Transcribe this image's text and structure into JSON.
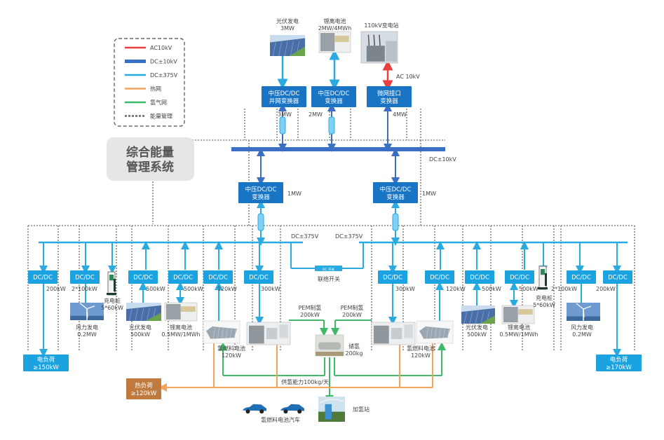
{
  "colors": {
    "ac10kv": "#e84040",
    "dc10kv": "#3a6fc4",
    "dc375v": "#29aae1",
    "heat": "#f5a35a",
    "hydrogen": "#3fb86a",
    "ems": "#666666",
    "box_dark": "#1a74c4",
    "box_light": "#1aa3e0",
    "box_heat": "#c07a3e",
    "ems_bg": "#e6e6e6"
  },
  "legend": {
    "items": [
      {
        "key": "ac10kv",
        "label": "AC10kV",
        "style": "solid"
      },
      {
        "key": "dc10kv",
        "label": "DC±10kV",
        "style": "thick"
      },
      {
        "key": "dc375v",
        "label": "DC±375V",
        "style": "solid"
      },
      {
        "key": "heat",
        "label": "热网",
        "style": "solid"
      },
      {
        "key": "hydrogen",
        "label": "氢气网",
        "style": "solid"
      },
      {
        "key": "ems",
        "label": "能量管理",
        "style": "dashed"
      }
    ]
  },
  "ems": {
    "line1": "综合能量",
    "line2": "管理系统"
  },
  "top_sources": [
    {
      "name": "pv-top",
      "line1": "光伏发电",
      "line2": "3MW",
      "icon": "solar-panel-icon"
    },
    {
      "name": "battery-top",
      "line1": "锂离电池",
      "line2": "2MW/4MWh",
      "icon": "battery-container-icon"
    },
    {
      "name": "substation",
      "line1": "110kV变电站",
      "line2": "",
      "icon": "substation-icon"
    }
  ],
  "top_converters": [
    {
      "name": "mv-dcdc-grid",
      "line1": "中压DC/DC",
      "line2": "并网变换器",
      "rating": "3MW"
    },
    {
      "name": "mv-dcdc",
      "line1": "中压DC/DC",
      "line2": "变换器",
      "rating": "2MW"
    },
    {
      "name": "grid-interface",
      "line1": "微网接口",
      "line2": "变换器",
      "rating": "4MW"
    }
  ],
  "ac_label": "AC 10kV",
  "dc10_label": "DC±10kV",
  "mid_converters": [
    {
      "name": "mv-dcdc-left",
      "line1": "中压DC/DC",
      "line2": "变换器",
      "rating": "1MW"
    },
    {
      "name": "mv-dcdc-right",
      "line1": "中压DC/DC",
      "line2": "变换器",
      "rating": "1MW"
    }
  ],
  "dc375_labels": [
    "DC±375V",
    "DC±375V"
  ],
  "tie_switch": {
    "label": "联络开关",
    "inner": "DC 开关"
  },
  "left_dcdc": [
    {
      "label": "DC/DC",
      "rating": "200kW"
    },
    {
      "label": "DC/DC",
      "rating": "2*100kW"
    },
    {
      "label": "DC/DC",
      "rating": "500kW"
    },
    {
      "label": "DC/DC",
      "rating": "500kW"
    },
    {
      "label": "DC/DC",
      "rating": "120kW"
    },
    {
      "label": "DC/DC",
      "rating": "300kW"
    }
  ],
  "right_dcdc": [
    {
      "label": "DC/DC",
      "rating": "300kW"
    },
    {
      "label": "DC/DC",
      "rating": "120kW"
    },
    {
      "label": "DC/DC",
      "rating": "500kW"
    },
    {
      "label": "DC/DC",
      "rating": "500kW"
    },
    {
      "label": "DC/DC",
      "rating": "2*100kW"
    },
    {
      "label": "DC/DC",
      "rating": "200kW"
    }
  ],
  "left_devices": [
    {
      "name": "wind-left",
      "line1": "风力发电",
      "line2": "0.2MW",
      "icon": "wind-turbine-icon"
    },
    {
      "name": "charger-left",
      "line1": "充电桩",
      "line2": "5*60kW",
      "icon": "charging-pile-icon"
    },
    {
      "name": "pv-left",
      "line1": "光伏发电",
      "line2": "500kW",
      "icon": "solar-panel-icon"
    },
    {
      "name": "battery-left",
      "line1": "锂离电池",
      "line2": "0.5MW/1MWh",
      "icon": "battery-container-icon"
    },
    {
      "name": "fuelcell-left",
      "line1": "氢燃料电池",
      "line2": "120kW",
      "icon": "fuel-cell-icon"
    },
    {
      "name": "electrolyzer-left",
      "line1": "PEM制氢",
      "line2": "200kW",
      "icon": "electrolyzer-icon"
    }
  ],
  "right_devices": [
    {
      "name": "electrolyzer-right",
      "line1": "PEM制氢",
      "line2": "200kW",
      "icon": "electrolyzer-icon"
    },
    {
      "name": "fuelcell-right",
      "line1": "氢燃料电池",
      "line2": "120kW",
      "icon": "fuel-cell-icon"
    },
    {
      "name": "pv-right",
      "line1": "光伏发电",
      "line2": "500kW",
      "icon": "solar-panel-icon"
    },
    {
      "name": "battery-right",
      "line1": "锂离电池",
      "line2": "0.5MW/1MWh",
      "icon": "battery-container-icon"
    },
    {
      "name": "charger-right",
      "line1": "充电桩",
      "line2": "5*60kW",
      "icon": "charging-pile-icon"
    },
    {
      "name": "wind-right",
      "line1": "风力发电",
      "line2": "0.2MW",
      "icon": "wind-turbine-icon"
    }
  ],
  "h2_storage": {
    "line1": "储氢",
    "line2": "200kg",
    "icon": "hydrogen-tank-icon"
  },
  "h2_supply_label": "供氢能力100kg/天",
  "loads": {
    "left": {
      "line1": "电负荷",
      "line2": "≥150kW"
    },
    "right": {
      "line1": "电负荷",
      "line2": "≥170kW"
    },
    "heat": {
      "line1": "热负荷",
      "line2": "≥120kW"
    }
  },
  "vehicles": {
    "label": "氢燃料电池汽车",
    "icon": "car-icon"
  },
  "station": {
    "label": "加氢站",
    "icon": "hydrogen-station-icon"
  }
}
